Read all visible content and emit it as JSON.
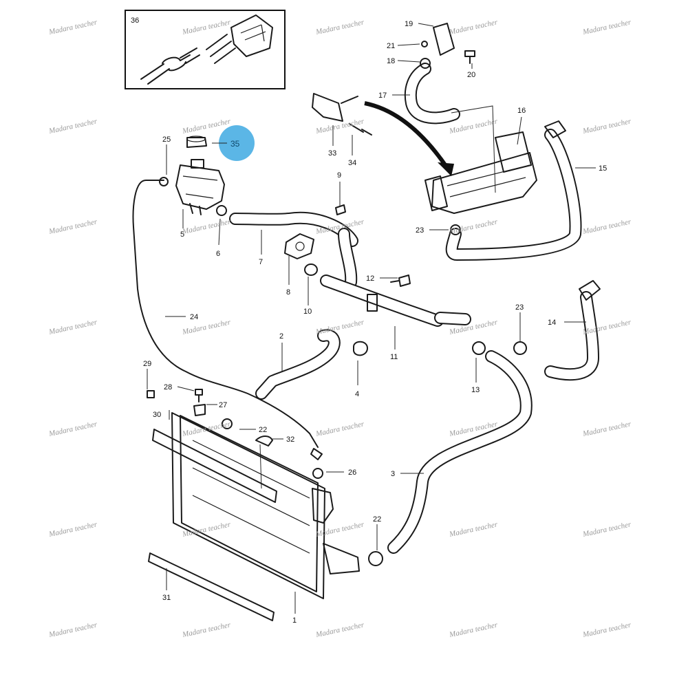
{
  "watermark_text": "Madara teacher",
  "highlight": {
    "part_number": "35",
    "color": "#5bb6e6"
  },
  "inset": {
    "label": "36"
  },
  "callouts": {
    "c1": "1",
    "c2": "2",
    "c3": "3",
    "c4": "4",
    "c5": "5",
    "c6": "6",
    "c7": "7",
    "c8": "8",
    "c9": "9",
    "c10": "10",
    "c11": "11",
    "c12": "12",
    "c13": "13",
    "c14": "14",
    "c15": "15",
    "c16": "16",
    "c17": "17",
    "c18": "18",
    "c19": "19",
    "c20": "20",
    "c21": "21",
    "c22a": "22",
    "c22b": "22",
    "c23a": "23",
    "c23b": "23",
    "c24": "24",
    "c25": "25",
    "c26": "26",
    "c27": "27",
    "c28": "28",
    "c29": "29",
    "c30": "30",
    "c31": "31",
    "c32": "32",
    "c33": "33",
    "c34": "34"
  }
}
